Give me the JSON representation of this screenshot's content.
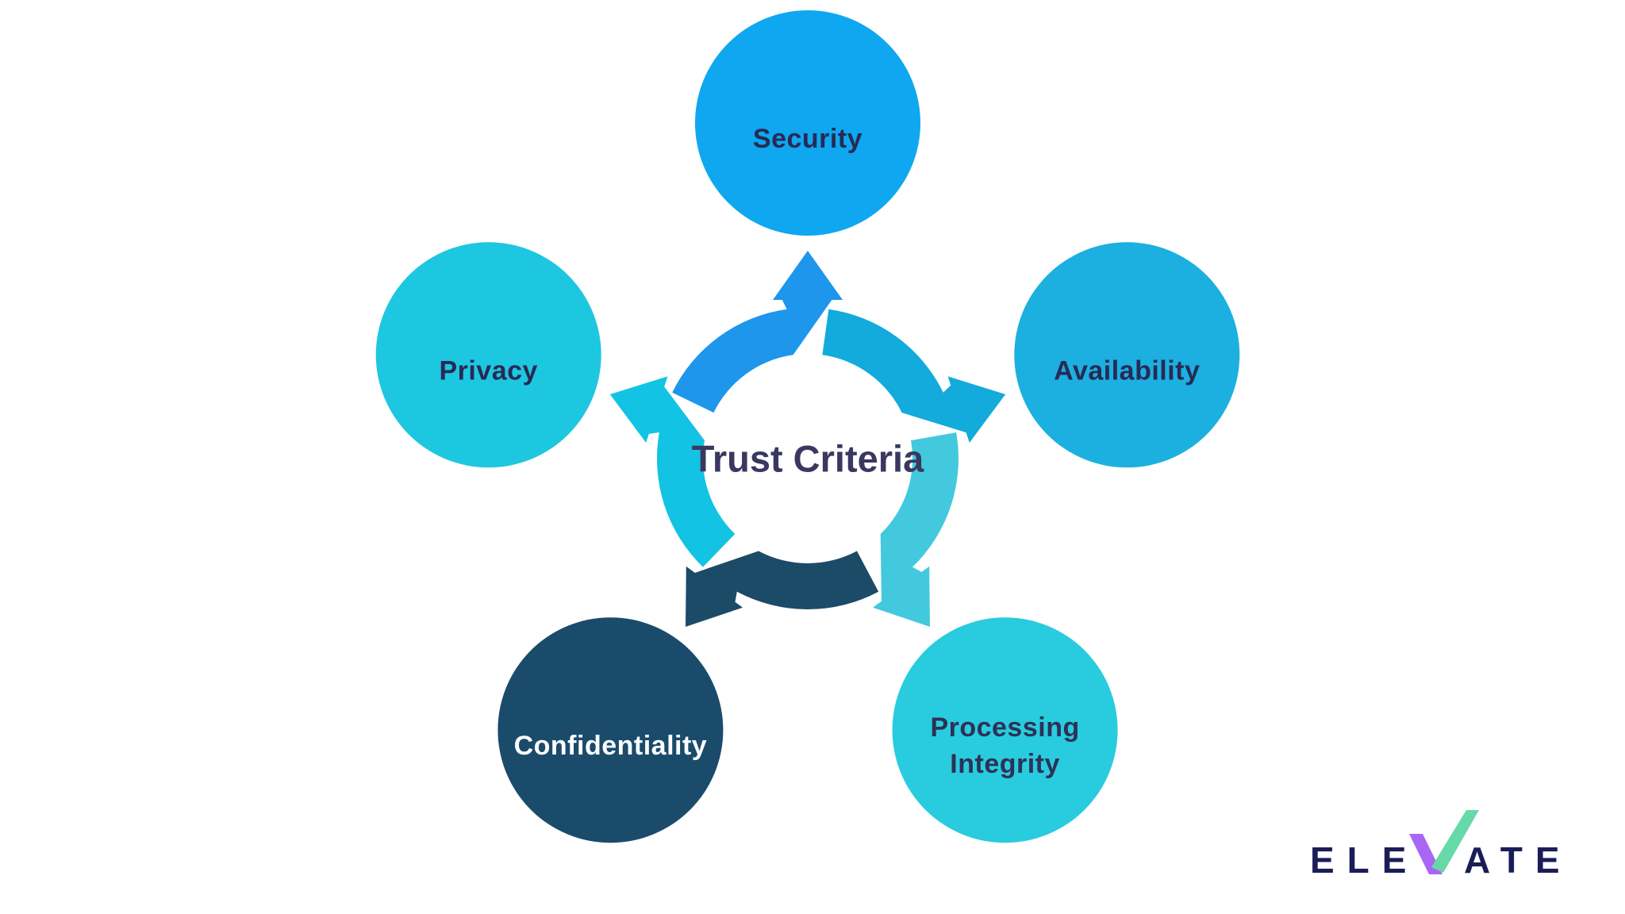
{
  "diagram": {
    "center": {
      "title": "Trust Criteria",
      "text_color": "#3A3860"
    },
    "nodes": [
      {
        "id": "security",
        "label_lines": [
          "Security"
        ],
        "angle_deg": 270,
        "circle_color": "#0FA7EF",
        "arrow_color": "#1E96EC",
        "text_color": "#272A55"
      },
      {
        "id": "availability",
        "label_lines": [
          "Availability"
        ],
        "angle_deg": 342,
        "circle_color": "#1BB0DF",
        "arrow_color": "#12ABDC",
        "text_color": "#272A55"
      },
      {
        "id": "processing-integrity",
        "label_lines": [
          "Processing",
          "Integrity"
        ],
        "angle_deg": 54,
        "circle_color": "#28CCDE",
        "arrow_color": "#43C9DE",
        "text_color": "#2E3156"
      },
      {
        "id": "confidentiality",
        "label_lines": [
          "Confidentiality"
        ],
        "angle_deg": 126,
        "circle_color": "#1A4B6B",
        "arrow_color": "#1C4B68",
        "text_color": "#FFFFFF"
      },
      {
        "id": "privacy",
        "label_lines": [
          "Privacy"
        ],
        "angle_deg": 198,
        "circle_color": "#1EC7E0",
        "arrow_color": "#12C3E3",
        "text_color": "#272A55"
      }
    ]
  },
  "logo": {
    "text_left": "ELE",
    "text_right": "ATE",
    "navy": "#1B1D58",
    "purple": "#A965F3",
    "green": "#66D9A8"
  }
}
